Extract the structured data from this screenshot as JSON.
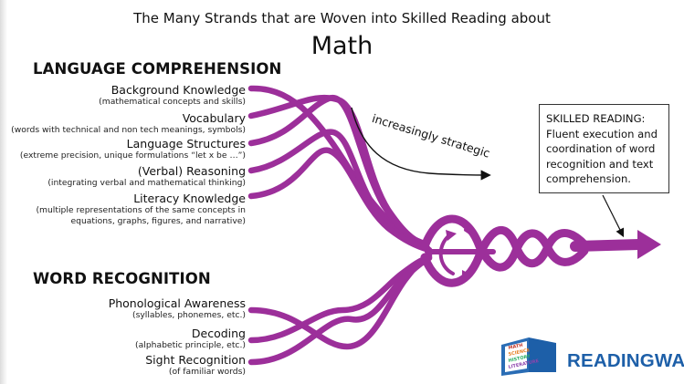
{
  "header": {
    "subtitle": "The Many Strands that are Woven into Skilled Reading about",
    "title": "Math"
  },
  "language_comprehension": {
    "heading": "LANGUAGE COMPREHENSION",
    "items": [
      {
        "label": "Background Knowledge",
        "detail": "(mathematical concepts and skills)"
      },
      {
        "label": "Vocabulary",
        "detail": "(words with technical and non tech meanings, symbols)"
      },
      {
        "label": "Language Structures",
        "detail": "(extreme precision, unique formulations “let x be …”)"
      },
      {
        "label": "(Verbal) Reasoning",
        "detail": "(integrating verbal and mathematical thinking)"
      },
      {
        "label": "Literacy Knowledge",
        "detail": "(multiple representations of the same concepts in",
        "detail2": "equations, graphs, figures, and narrative)"
      }
    ]
  },
  "word_recognition": {
    "heading": "WORD RECOGNITION",
    "items": [
      {
        "label": "Phonological Awareness",
        "detail": "(syllables, phonemes, etc.)"
      },
      {
        "label": "Decoding",
        "detail": "(alphabetic principle, etc.)"
      },
      {
        "label": "Sight Recognition",
        "detail": "(of familiar words)"
      }
    ]
  },
  "strategic_arrow": {
    "label": "increasingly strategic"
  },
  "callout": {
    "text": "SKILLED READING: Fluent execution and coordination of word recognition and text comprehension."
  },
  "logo": {
    "text": "READINGWAYS",
    "book_words": [
      "MATH",
      "SCIENCE",
      "HISTORY",
      "LITERATURE"
    ]
  },
  "colors": {
    "strand": "#9c2f9a",
    "logo_blue": "#1d5fa8",
    "text": "#111111"
  }
}
